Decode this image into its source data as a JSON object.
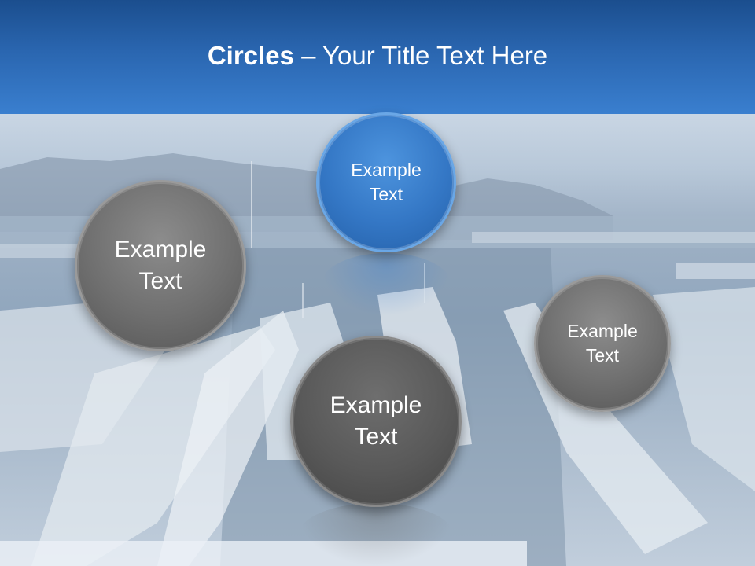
{
  "slide": {
    "title_bold": "Circles",
    "title_rest": " – Your Title Text Here"
  },
  "circles": [
    {
      "label": "Example\nText",
      "style": "blue"
    },
    {
      "label": "Example\nText",
      "style": "gray"
    },
    {
      "label": "Example\nText",
      "style": "gray"
    },
    {
      "label": "Example\nText",
      "style": "dark"
    }
  ],
  "colors": {
    "header_blue": "#2a66b0",
    "circle_blue": "#3477c5",
    "circle_gray": "#6f6f6f",
    "circle_dark": "#595959"
  }
}
